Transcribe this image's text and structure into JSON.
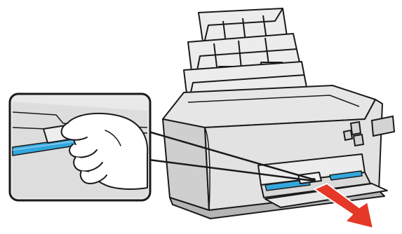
{
  "figure": {
    "kind": "instructional-illustration",
    "subject": "printer",
    "colors": {
      "line": "#1a1a1a",
      "body": "#e6e6e6",
      "panel": "#cfcfcf",
      "shadow": "#b5b5b5",
      "callout_bg": "#e9e9e9",
      "accent_blue": "#33a7dd",
      "arrow_red": "#e53828",
      "background": "#ffffff"
    },
    "icons": [
      "printer-illustration",
      "hand-illustration",
      "pull-direction-arrow"
    ]
  }
}
